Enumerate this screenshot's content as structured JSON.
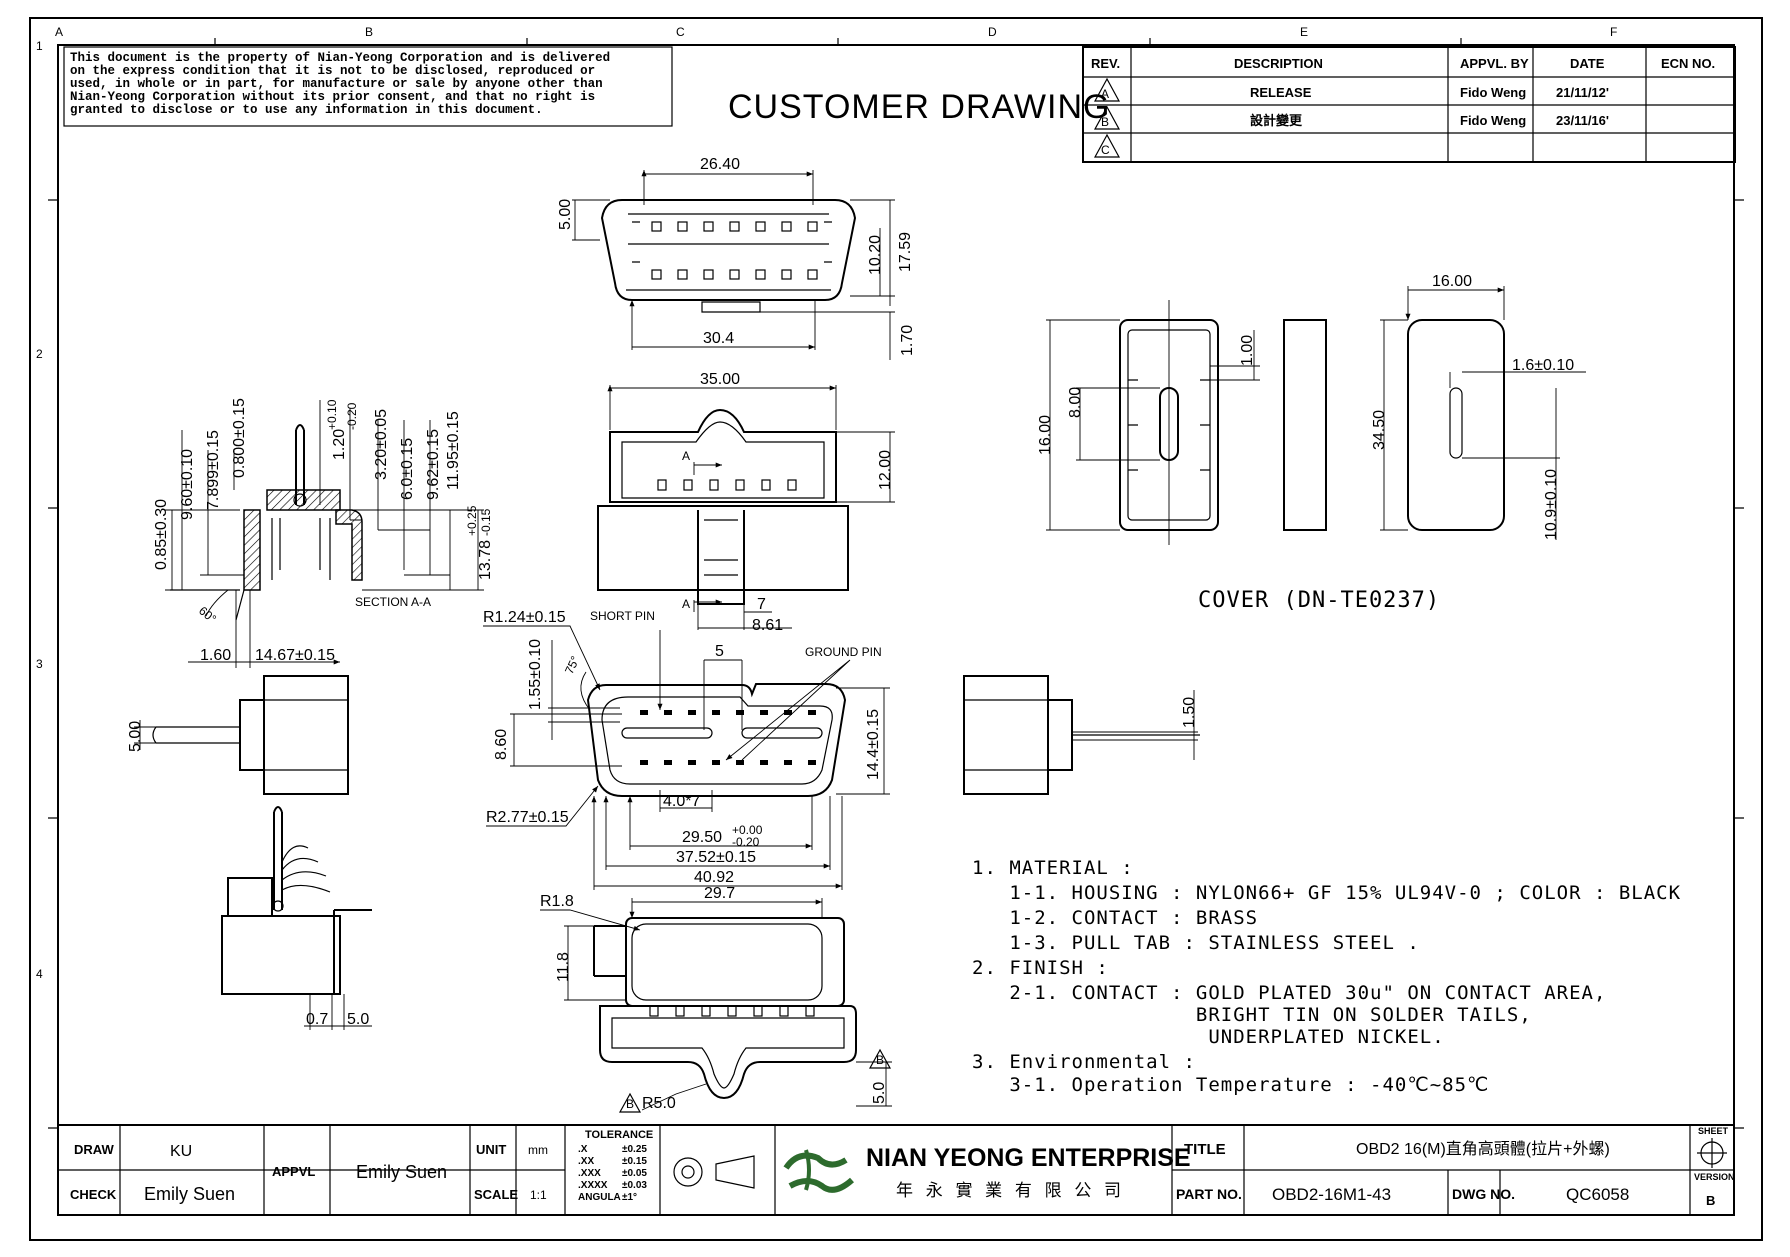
{
  "disclaimer": [
    "This document is the property of Nian-Yeong Corporation and is delivered",
    "on  the  express condition that it is not to be disclosed, reproduced or",
    "used, in whole or in part, for manufacture or sale by anyone other than",
    "Nian-Yeong Corporation without  its prior consent, and that  no right  is",
    "granted to disclose or to use any information in this  document."
  ],
  "drawing_title": "CUSTOMER DRAWING",
  "cover_caption": "COVER (DN-TE0237)",
  "section_label": "SECTION A-A",
  "grid": {
    "columns": [
      "A",
      "B",
      "C",
      "D",
      "E",
      "F"
    ],
    "rows": [
      "1",
      "2",
      "3",
      "4"
    ]
  },
  "revision_table": {
    "headers": [
      "REV.",
      "DESCRIPTION",
      "APPVL. BY",
      "DATE",
      "ECN NO."
    ],
    "rows": [
      {
        "rev": "A",
        "description": "RELEASE",
        "appvl": "Fido Weng",
        "date": "21/11/12'",
        "ecn": ""
      },
      {
        "rev": "B",
        "description": "設計變更",
        "appvl": "Fido Weng",
        "date": "23/11/16'",
        "ecn": ""
      },
      {
        "rev": "C",
        "description": "",
        "appvl": "",
        "date": "",
        "ecn": ""
      }
    ]
  },
  "dimensions": {
    "top_view": {
      "w1": "26.40",
      "h1": "5.00",
      "h2": "10.20",
      "h3": "17.59",
      "w2": "30.4",
      "h4": "1.70"
    },
    "side_view": {
      "w": "35.00",
      "h": "12.00",
      "a": "A",
      "a2": "A",
      "d7": "7",
      "d861": "8.61"
    },
    "section": {
      "v1": "0.85±0.30",
      "v2": "9.60±0.10",
      "v3": "7.899±0.15",
      "v4": "0.800±0.15",
      "v5": "1.20",
      "v5tol_top": "+0.10",
      "v5tol_bot": "-0.20",
      "v6": "3.20±0.05",
      "v7": "6.0±0.15",
      "v8": "9.62±0.15",
      "v9": "11.95±0.15",
      "v10": "13.78",
      "v10tol_top": "+0.25",
      "v10tol_bot": "-0.15",
      "angle": "60°",
      "w1": "1.60",
      "w2": "14.67±0.15"
    },
    "front_view": {
      "r1": "R1.24±0.15",
      "short_pin": "SHORT PIN",
      "ground_pin": "GROUND PIN",
      "ang": "75°",
      "v155": "1.55±0.10",
      "v5": "5",
      "v860": "8.60",
      "v144": "14.4±0.15",
      "r277": "R2.77±0.15",
      "pitch": "4.0*7",
      "w2950": "29.50",
      "w2950tol_top": "+0.00",
      "w2950tol_bot": "-0.20",
      "w3752": "37.52±0.15",
      "w4092": "40.92"
    },
    "cover": {
      "w16": "16.00",
      "t16": "1.6±0.10",
      "h3450": "34.50",
      "h109": "10.9±0.10",
      "h1600": "16.00",
      "h800": "8.00",
      "h100": "1.00"
    },
    "left_side": {
      "h500": "5.00",
      "w07": "0.7",
      "w50": "5.0"
    },
    "right_side": {
      "h150": "1.50"
    },
    "bottom_view": {
      "r18": "R1.8",
      "w297": "29.7",
      "h118": "11.8",
      "r50": "R5.0",
      "h50": "5.0",
      "revB": "B"
    }
  },
  "notes": [
    "1. MATERIAL :",
    "   1-1. HOUSING : NYLON66+ GF 15% UL94V-0 ; COLOR : BLACK",
    "   1-2. CONTACT : BRASS",
    "   1-3. PULL TAB : STAINLESS STEEL .",
    "2. FINISH :",
    "   2-1. CONTACT : GOLD PLATED 30u\" ON CONTACT AREA,",
    "                  BRIGHT TIN ON SOLDER TAILS,",
    "                   UNDERPLATED NICKEL.",
    "3. Environmental :",
    "   3-1. Operation Temperature : -40℃~85℃"
  ],
  "title_block": {
    "draw_label": "DRAW",
    "draw_value": "KU",
    "check_label": "CHECK",
    "check_value": "Emily Suen",
    "appvl_label": "APPVL",
    "appvl_value": "Emily Suen",
    "unit_label": "UNIT",
    "unit_value": "mm",
    "scale_label": "SCALE",
    "scale_value": "1:1",
    "tolerance_title": "TOLERANCE",
    "tolerance_rows": [
      {
        "k": ".X",
        "v": "±0.25"
      },
      {
        "k": ".XX",
        "v": "±0.15"
      },
      {
        "k": ".XXX",
        "v": "±0.05"
      },
      {
        "k": ".XXXX",
        "v": "±0.03"
      },
      {
        "k": "ANGULA",
        "v": "±1°"
      }
    ],
    "company_en": "NIAN YEONG ENTERPRISE",
    "company_zh": "年 永 實 業 有 限 公 司",
    "title_label": "TITLE",
    "title_value": "OBD2 16(M)直角高頭體(拉片+外螺)",
    "part_label": "PART NO.",
    "part_value": "OBD2-16M1-43",
    "dwg_label": "DWG NO.",
    "dwg_value": "QC6058",
    "sheet_label": "SHEET",
    "version_label": "VERSION",
    "version_value": "B"
  }
}
